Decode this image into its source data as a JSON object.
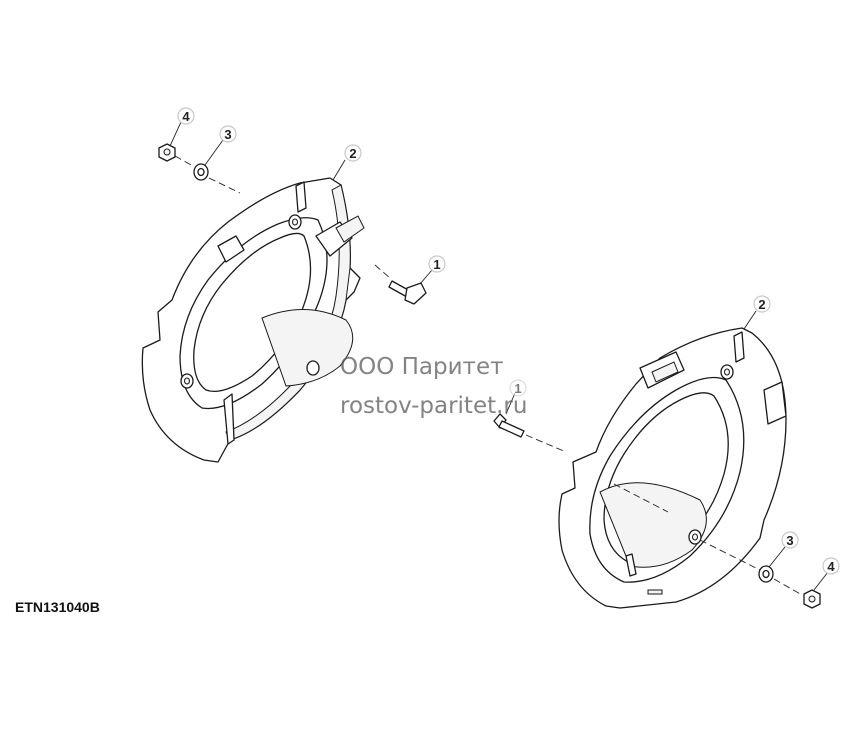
{
  "figure_id": "ETN131040B",
  "watermark": {
    "line1": "ООО Паритет",
    "line2": "rostov-paritet.ru"
  },
  "callouts": {
    "left_bolt": "1",
    "left_weight": "2",
    "left_washer": "3",
    "left_nut": "4",
    "right_bolt": "1",
    "right_weight": "2",
    "right_washer": "3",
    "right_nut": "4"
  }
}
